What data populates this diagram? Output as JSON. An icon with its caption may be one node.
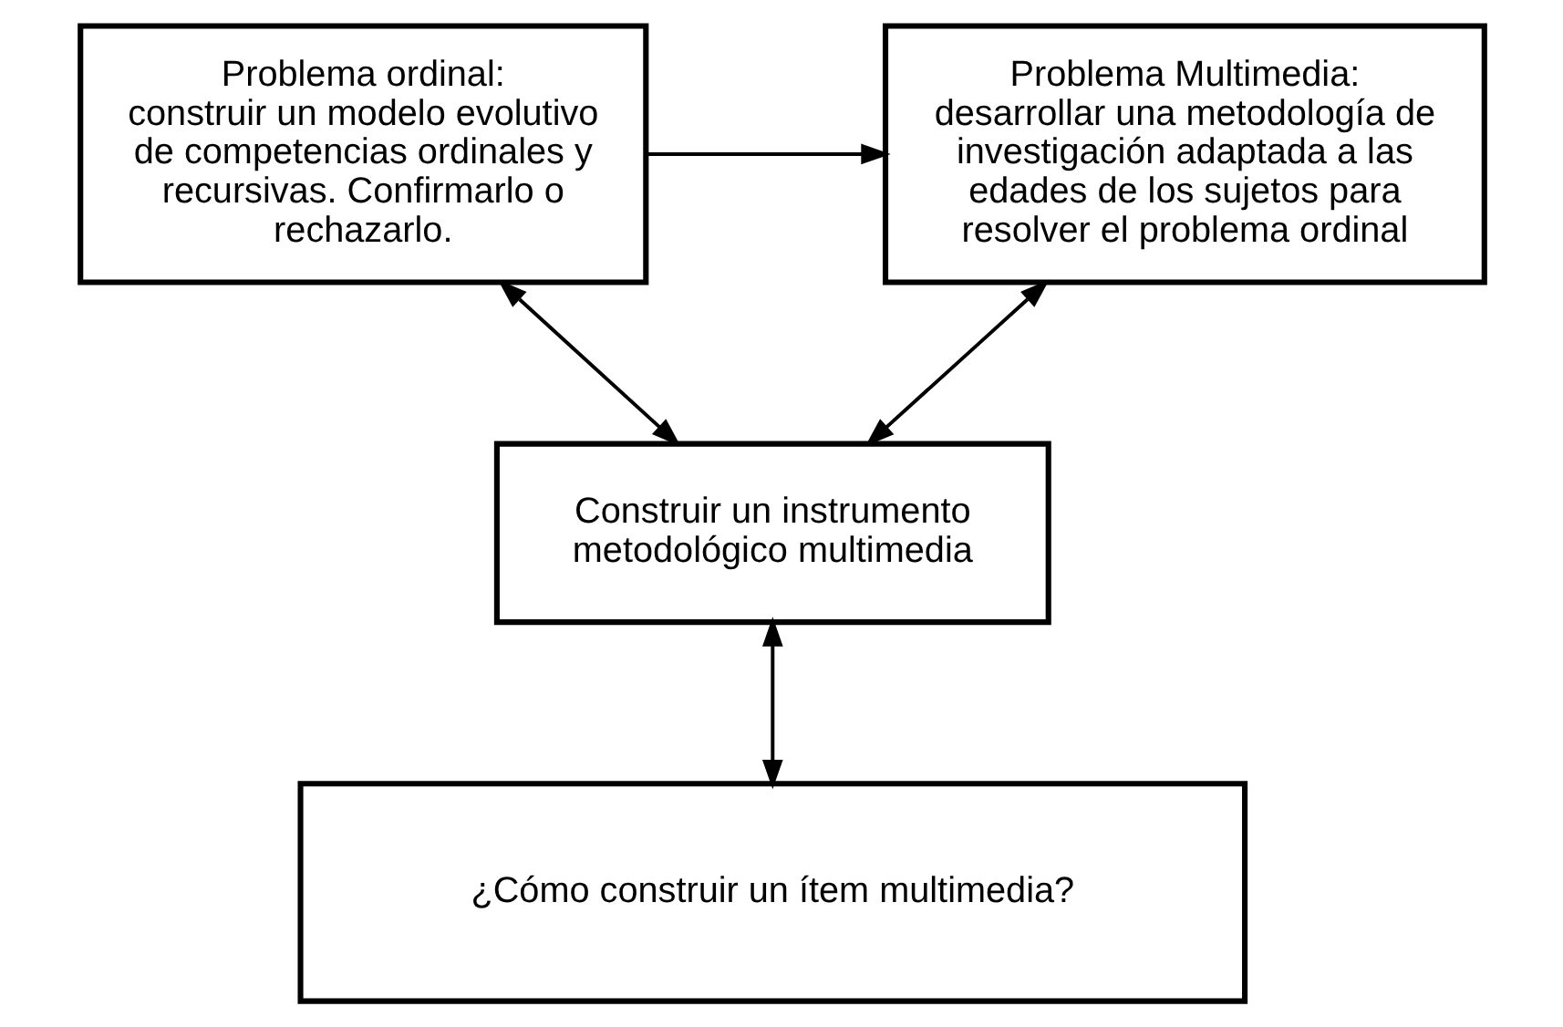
{
  "diagram": {
    "nodes": [
      {
        "text": [
          "Problema ordinal:",
          "construir un modelo evolutivo de competencias ordinales y recursivas. Confirmarlo o rechazarlo."
        ]
      },
      {
        "text": [
          "Problema Multimedia:",
          "desarrollar una metodología de investigación adaptada a las edades de los sujetos para resolver el problema ordinal"
        ]
      },
      {
        "text": [
          "Construir un instrumento metodológico multimedia"
        ]
      },
      {
        "text": [
          "¿Cómo construir un ítem multimedia?"
        ]
      }
    ],
    "edges": [
      {
        "from": 0,
        "to": 1,
        "arrow": "to"
      },
      {
        "from": 0,
        "to": 2,
        "arrow": "both"
      },
      {
        "from": 1,
        "to": 2,
        "arrow": "both"
      },
      {
        "from": 2,
        "to": 3,
        "arrow": "both"
      }
    ]
  }
}
